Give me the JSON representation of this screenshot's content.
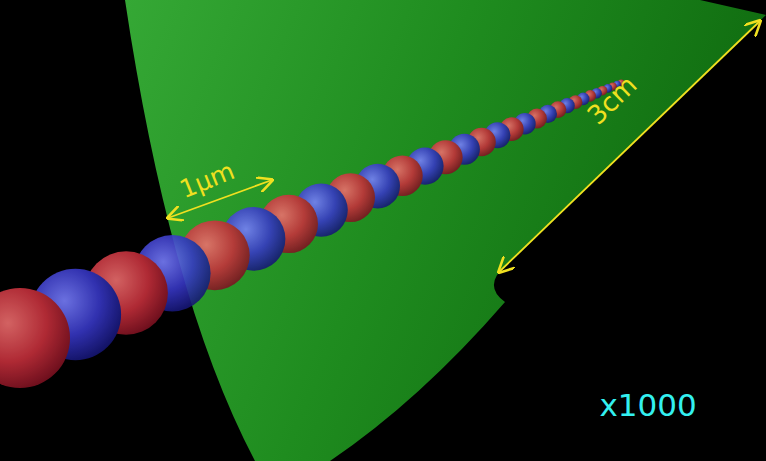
{
  "diagram": {
    "labels": [
      "1μm",
      "3cm",
      "x1000"
    ]
  }
}
